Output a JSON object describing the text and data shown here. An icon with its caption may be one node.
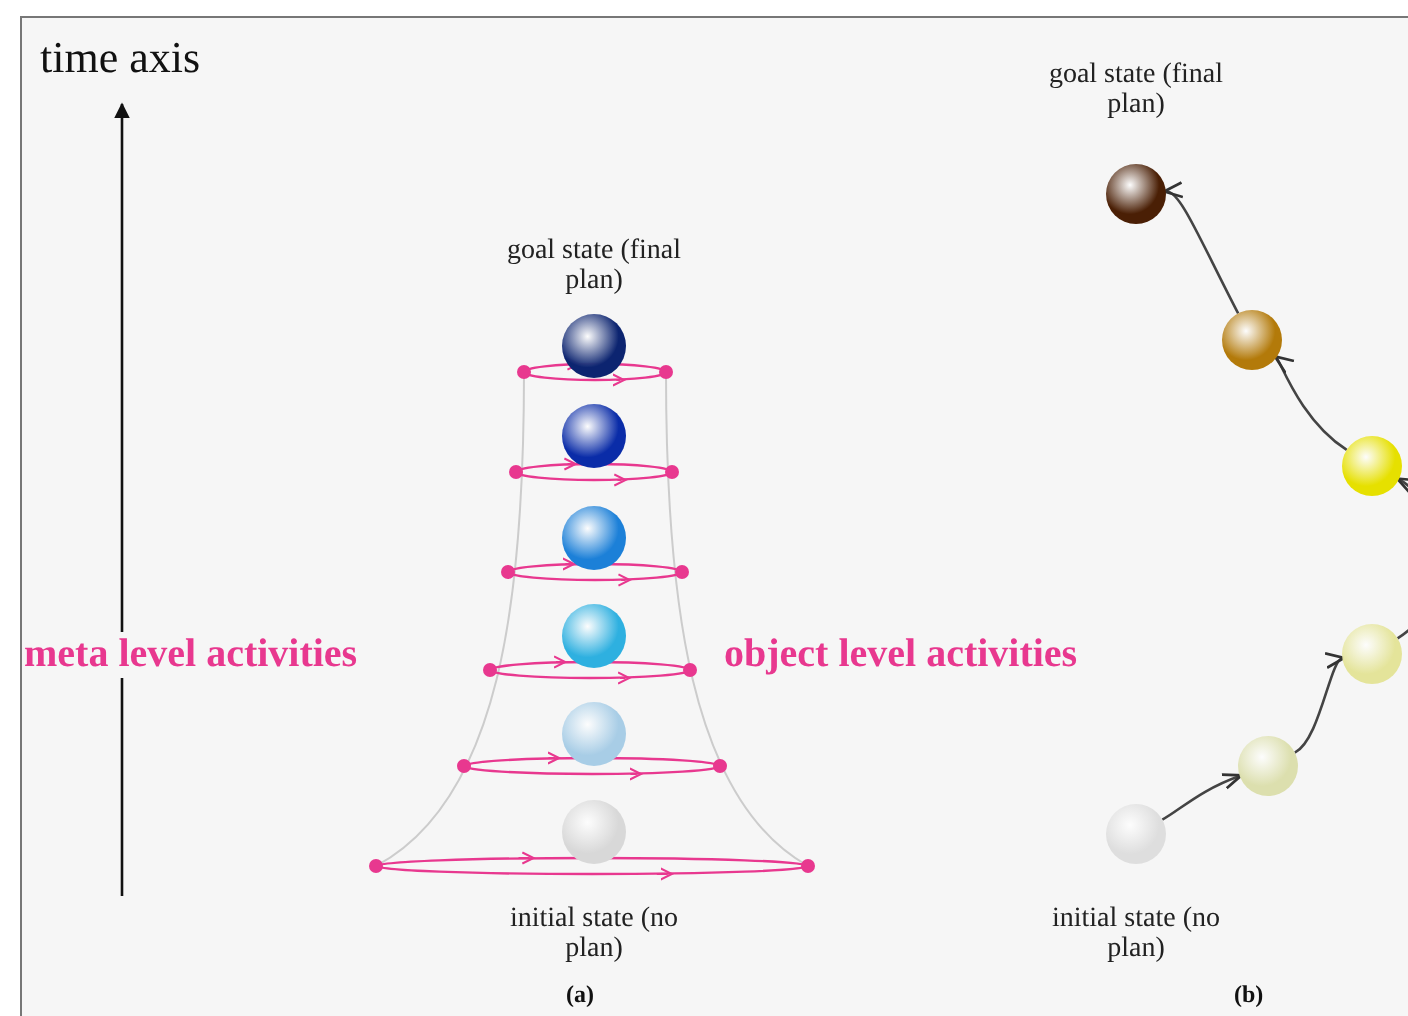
{
  "diagram": {
    "nodes": [
      {
        "text": [],
        "shape": "circle",
        "beside": [
          "goal state (final plan)"
        ]
      },
      {
        "text": [],
        "shape": "circle"
      },
      {
        "text": [],
        "shape": "circle"
      },
      {
        "text": [],
        "shape": "circle"
      },
      {
        "text": [],
        "shape": "circle"
      },
      {
        "text": [],
        "shape": "circle",
        "beside": [
          "initial state (no plan)"
        ]
      },
      {
        "text": [],
        "shape": "circle",
        "beside": [
          "goal state (final plan)"
        ]
      },
      {
        "text": [],
        "shape": "circle"
      },
      {
        "text": [],
        "shape": "circle"
      },
      {
        "text": [],
        "shape": "circle"
      },
      {
        "text": [],
        "shape": "circle"
      },
      {
        "text": [],
        "shape": "circle",
        "beside": [
          "initial state (no plan)"
        ]
      }
    ],
    "edges": [
      {
        "from": 11,
        "to": 10,
        "arrow": "to"
      },
      {
        "from": 10,
        "to": 9,
        "arrow": "to"
      },
      {
        "from": 9,
        "to": 8,
        "arrow": "to"
      },
      {
        "from": 8,
        "to": 7,
        "arrow": "to"
      },
      {
        "from": 7,
        "to": 6,
        "arrow": "to"
      }
    ],
    "labels": [
      "time axis",
      "meta level activities",
      "object level activities",
      "(a)",
      "(b)"
    ]
  }
}
